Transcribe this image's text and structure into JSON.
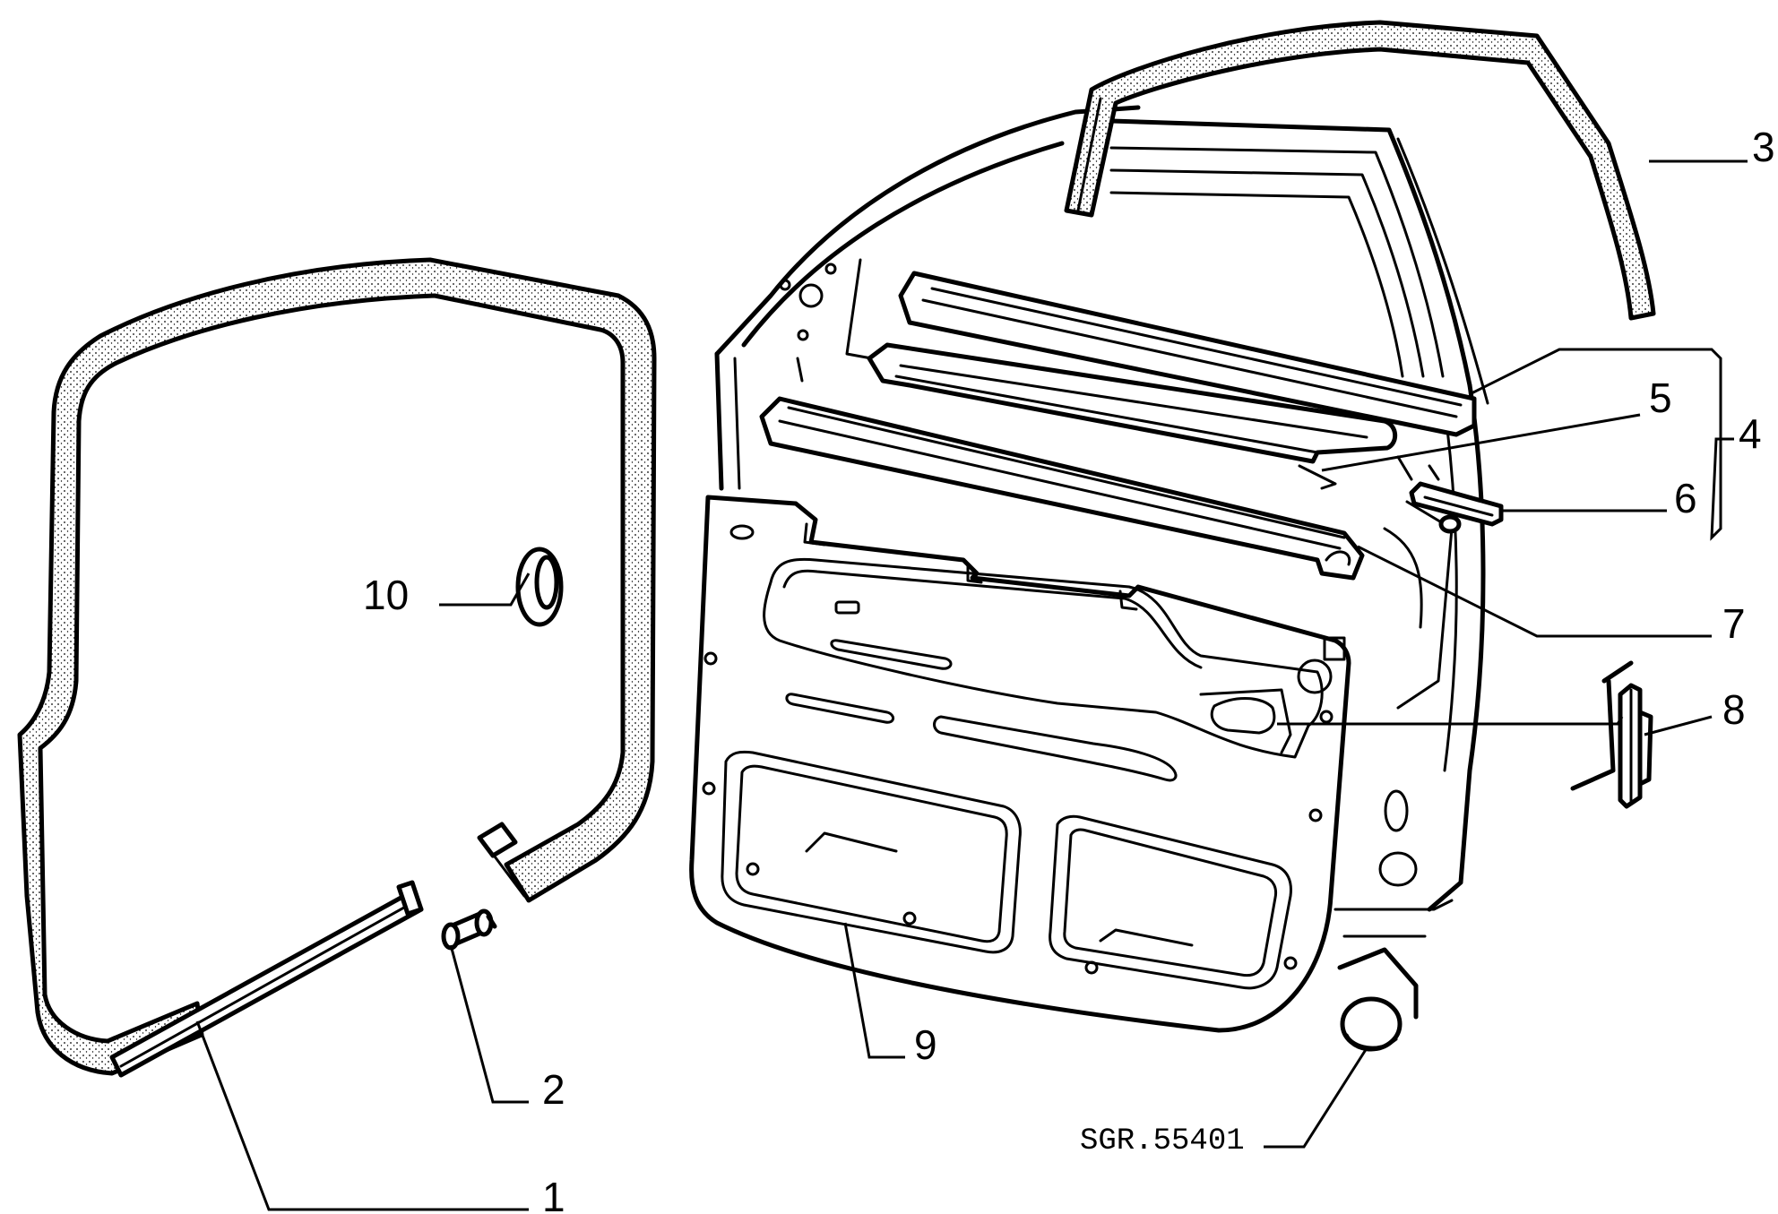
{
  "callouts": {
    "c1": "1",
    "c2": "2",
    "c3": "3",
    "c4": "4",
    "c5": "5",
    "c6": "6",
    "c7": "7",
    "c8": "8",
    "c9": "9",
    "c10": "10"
  },
  "drawing_code": "SGR.55401"
}
